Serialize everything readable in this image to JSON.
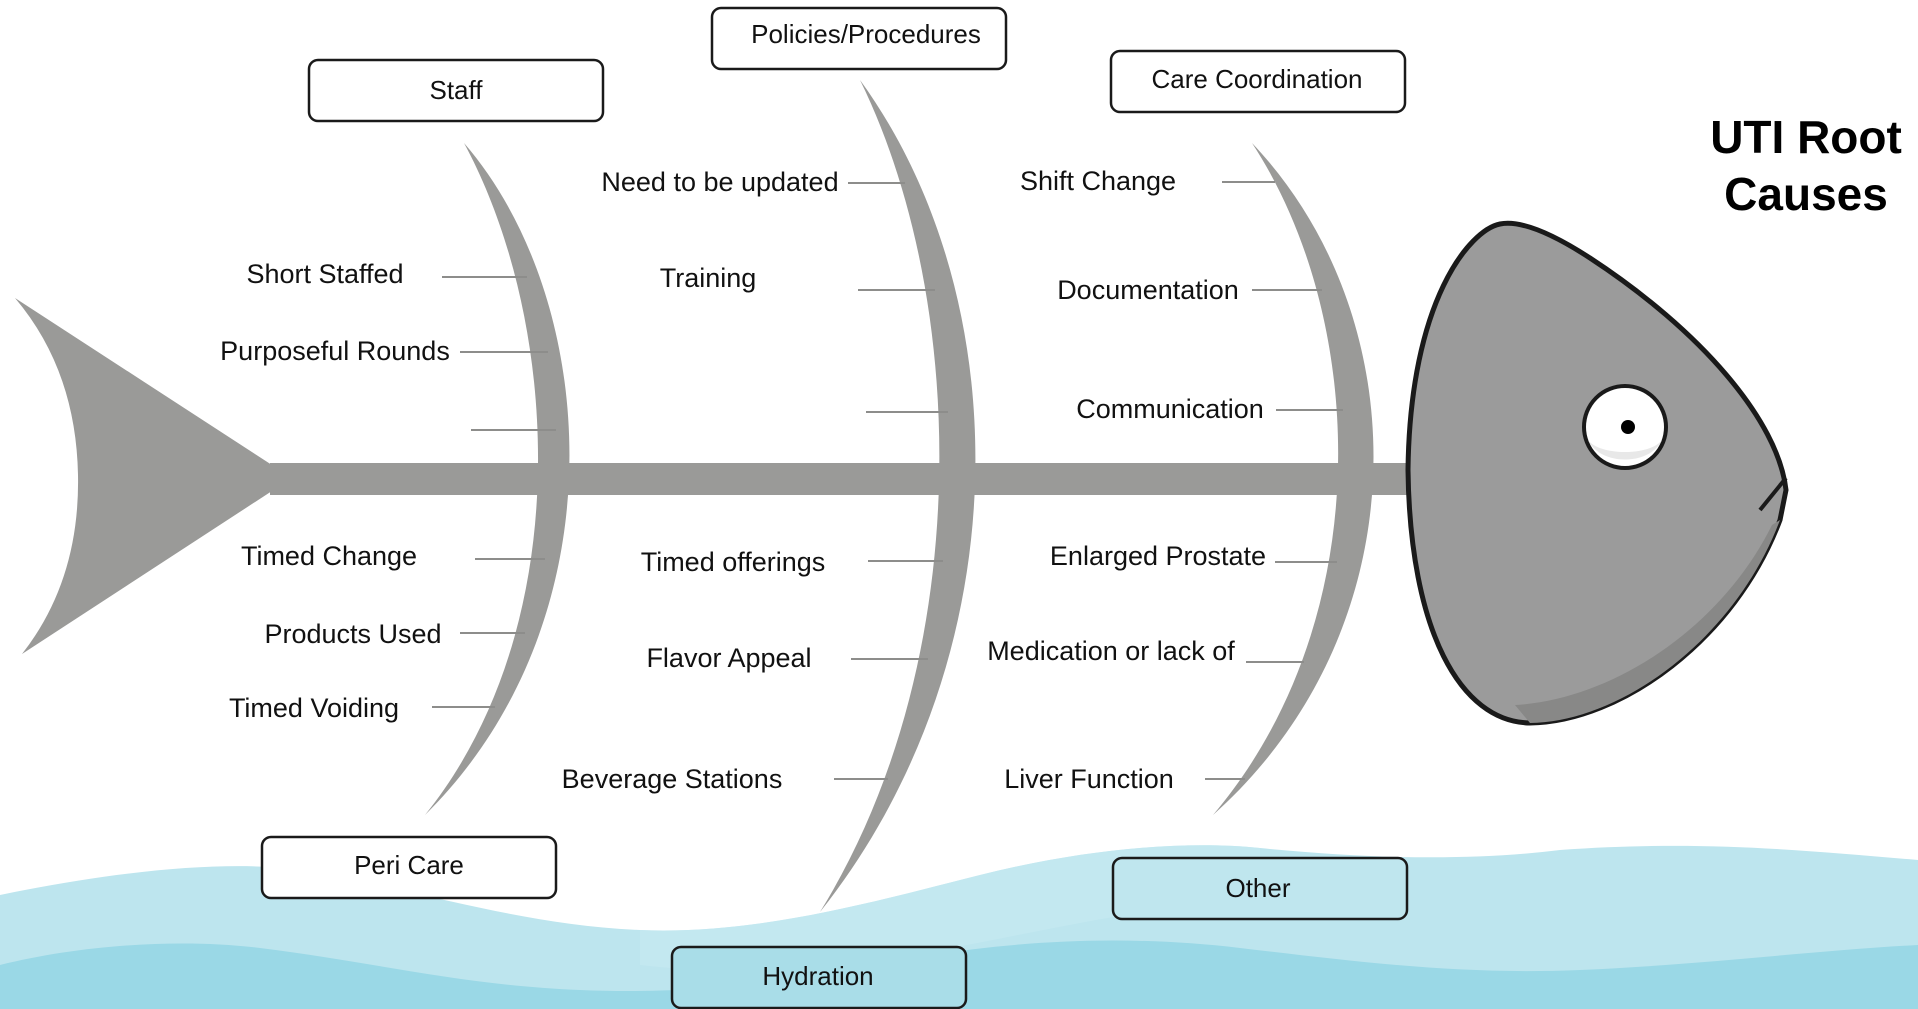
{
  "title_lines": [
    "UTI Root",
    "Causes"
  ],
  "categories": {
    "staff": "Staff",
    "policies": "Policies/Procedures",
    "care_coordination": "Care Coordination",
    "peri_care": "Peri Care",
    "hydration": "Hydration",
    "other": "Other"
  },
  "causes": {
    "staff": [
      "Short Staffed",
      "Purposeful Rounds"
    ],
    "policies": [
      "Need to be updated",
      "Training"
    ],
    "care_coordination": [
      "Shift Change",
      "Documentation",
      "Communication"
    ],
    "peri_care": [
      "Timed Change",
      "Products Used",
      "Timed Voiding"
    ],
    "hydration": [
      "Timed offerings",
      "Flavor Appeal",
      "Beverage Stations"
    ],
    "other": [
      "Enlarged Prostate",
      "Medication or lack of",
      "Liver Function"
    ]
  },
  "colors": {
    "bone": "#9a9a98",
    "head": "#9b9b9b",
    "water_light": "#bde5ee",
    "water_dark": "#9ad8e6"
  }
}
